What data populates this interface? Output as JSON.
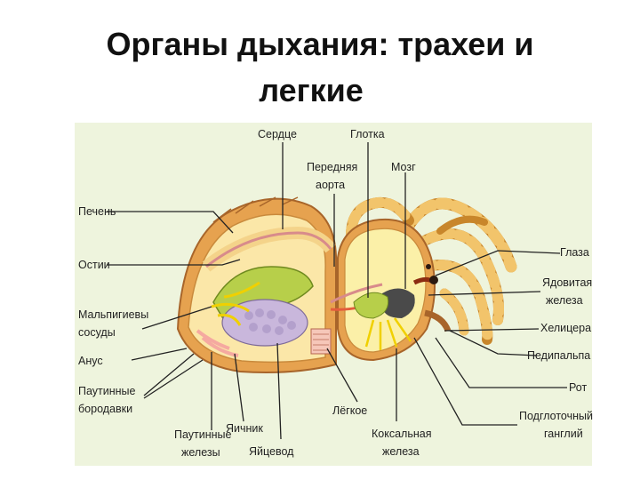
{
  "title": {
    "line1": "Органы дыхания: трахеи и",
    "line2": "легкие"
  },
  "labels": {
    "heart": "Сердце",
    "pharynx": "Глотка",
    "anterior_aorta_1": "Передняя",
    "anterior_aorta_2": "аорта",
    "brain": "Мозг",
    "liver": "Печень",
    "ostia": "Остии",
    "malpighian_1": "Мальпигиевы",
    "malpighian_2": "сосуды",
    "anus": "Анус",
    "spinnerets_1": "Паутинные",
    "spinnerets_2": "бородавки",
    "ovary": "Яичник",
    "silk_glands_1": "Паутинные",
    "silk_glands_2": "железы",
    "oviduct": "Яйцевод",
    "lung": "Лёгкое",
    "coxal_gland_1": "Коксальная",
    "coxal_gland_2": "железа",
    "eyes": "Глаза",
    "venom_gland_1": "Ядовитая",
    "venom_gland_2": "железа",
    "chelicera": "Хелицера",
    "pedipalp": "Педипальпа",
    "mouth": "Рот",
    "subpharyngeal_1": "Подглоточный",
    "subpharyngeal_2": "ганглий"
  }
}
